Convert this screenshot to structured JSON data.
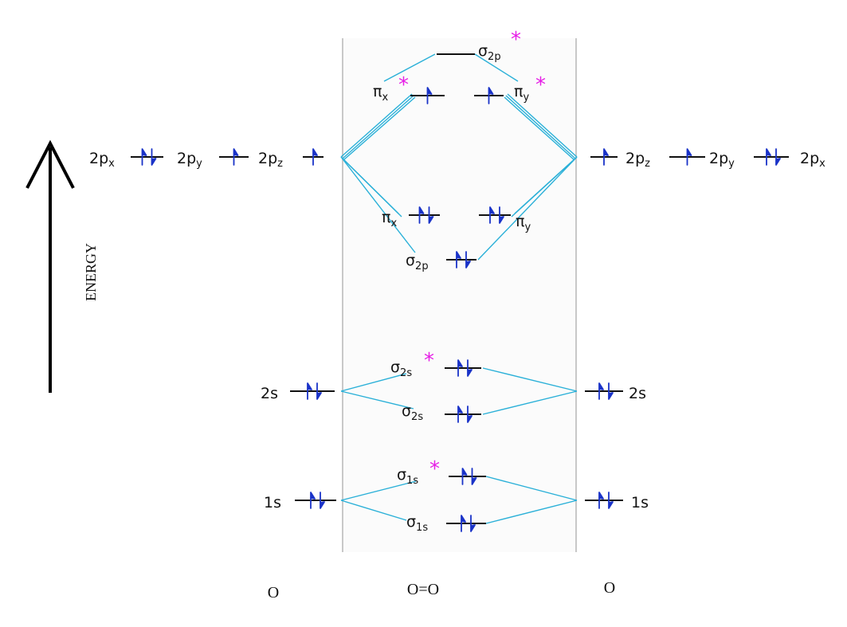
{
  "axis": {
    "label": "ENERGY"
  },
  "columns": [
    {
      "id": "left",
      "label": "O"
    },
    {
      "id": "middle",
      "label": "O=O"
    },
    {
      "id": "right",
      "label": "O"
    }
  ],
  "colors": {
    "electron": "#1a33c8",
    "connector": "#2ab0d8",
    "level": "#111111",
    "antibonding_star": "#e61ee6",
    "band_fill": "#fbfbfb",
    "divider": "#c8c8c8"
  },
  "atomic_orbitals": {
    "left": [
      {
        "name": "2p",
        "sub": "x",
        "electrons": 2
      },
      {
        "name": "2p",
        "sub": "y",
        "electrons": 1
      },
      {
        "name": "2p",
        "sub": "z",
        "electrons": 1
      },
      {
        "name": "2s",
        "sub": "",
        "electrons": 2
      },
      {
        "name": "1s",
        "sub": "",
        "electrons": 2
      }
    ],
    "right": [
      {
        "name": "2p",
        "sub": "z",
        "electrons": 1
      },
      {
        "name": "2p",
        "sub": "y",
        "electrons": 1
      },
      {
        "name": "2p",
        "sub": "x",
        "electrons": 2
      },
      {
        "name": "2s",
        "sub": "",
        "electrons": 2
      },
      {
        "name": "1s",
        "sub": "",
        "electrons": 2
      }
    ]
  },
  "molecular_orbitals": [
    {
      "id": "sigma2p_star",
      "symbol": "σ",
      "sub": "2p",
      "antibonding": true,
      "electrons": 0
    },
    {
      "id": "pix_star",
      "symbol": "π",
      "sub": "x",
      "antibonding": true,
      "electrons": 1
    },
    {
      "id": "piy_star",
      "symbol": "π",
      "sub": "y",
      "antibonding": true,
      "electrons": 1
    },
    {
      "id": "pix",
      "symbol": "π",
      "sub": "x",
      "antibonding": false,
      "electrons": 2
    },
    {
      "id": "piy",
      "symbol": "π",
      "sub": "y",
      "antibonding": false,
      "electrons": 2
    },
    {
      "id": "sigma2p",
      "symbol": "σ",
      "sub": "2p",
      "antibonding": false,
      "electrons": 2
    },
    {
      "id": "sigma2s_star",
      "symbol": "σ",
      "sub": "2s",
      "antibonding": true,
      "electrons": 2
    },
    {
      "id": "sigma2s",
      "symbol": "σ",
      "sub": "2s",
      "antibonding": false,
      "electrons": 2
    },
    {
      "id": "sigma1s_star",
      "symbol": "σ",
      "sub": "1s",
      "antibonding": true,
      "electrons": 2
    },
    {
      "id": "sigma1s",
      "symbol": "σ",
      "sub": "1s",
      "antibonding": false,
      "electrons": 2
    }
  ]
}
